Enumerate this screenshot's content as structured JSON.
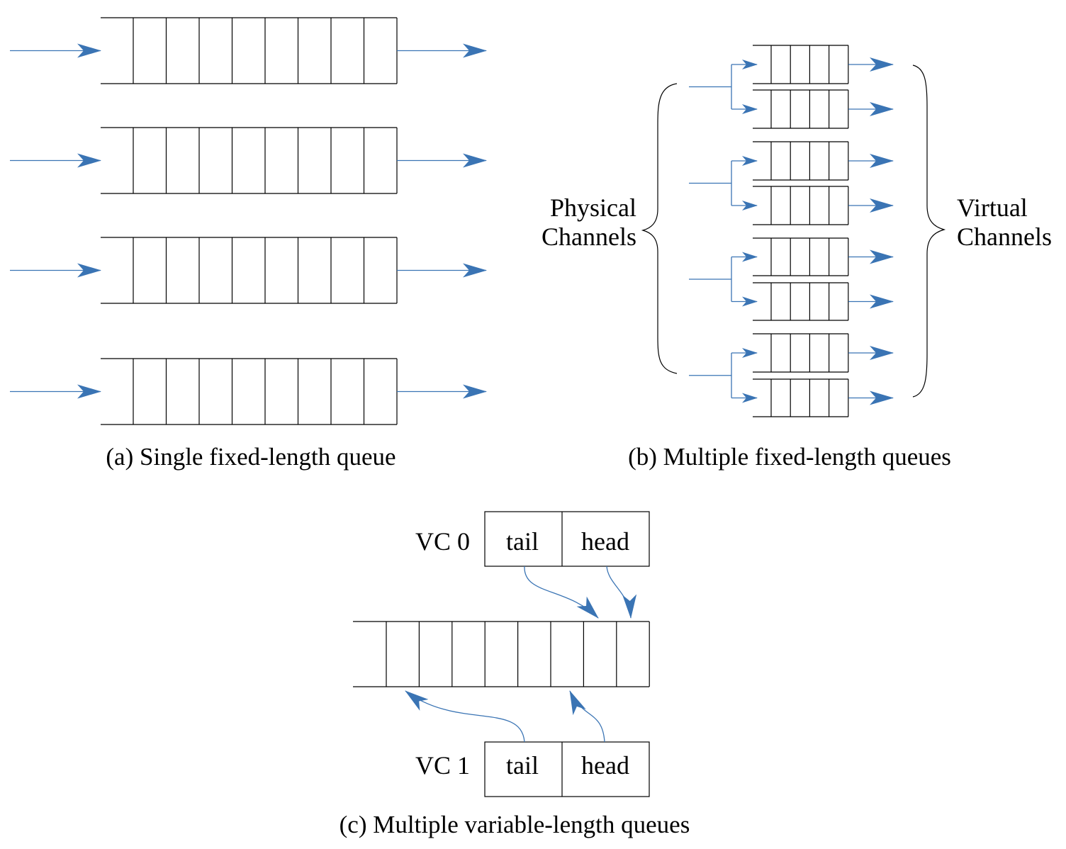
{
  "panel_a": {
    "caption": "(a) Single fixed-length queue",
    "queue_count": 4,
    "slots_per_queue": 8
  },
  "panel_b": {
    "caption": "(b) Multiple fixed-length queues",
    "left_label_line1": "Physical",
    "left_label_line2": "Channels",
    "right_label_line1": "Virtual",
    "right_label_line2": "Channels",
    "physical_channel_count": 4,
    "virtual_channels_per_physical": 2,
    "slots_per_queue": 4
  },
  "panel_c": {
    "caption": "(c) Multiple variable-length queues",
    "shared_buffer_slots": 8,
    "vc0": {
      "label": "VC 0",
      "tail": "tail",
      "head": "head"
    },
    "vc1": {
      "label": "VC 1",
      "tail": "tail",
      "head": "head"
    }
  },
  "colors": {
    "arrow": "#3a74b4",
    "line": "#000000"
  }
}
